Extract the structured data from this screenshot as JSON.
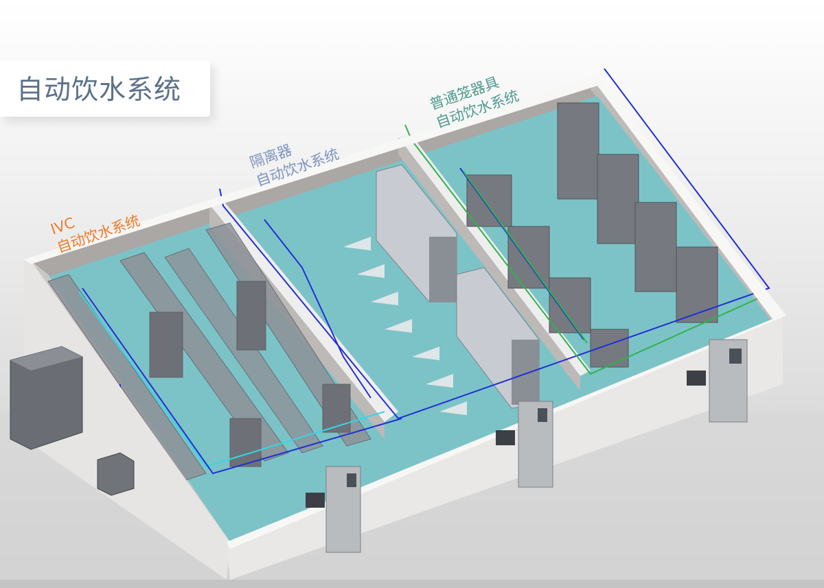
{
  "title": "自动饮水系统",
  "zones": {
    "ivc": {
      "line1": "IVC",
      "line2": "自动饮水系统"
    },
    "isolator": {
      "line1": "隔离器",
      "line2": "自动饮水系统"
    },
    "cage": {
      "line1": "普通笼器具",
      "line2": "自动饮水系统"
    }
  },
  "colors": {
    "ivc_label": "#f07a28",
    "isolator_label": "#7d93bd",
    "cage_label": "#4e9a8e",
    "floor": "#7cc3c7",
    "pipe_blue": "#1f2fd6",
    "pipe_green": "#2fb34a",
    "pipe_cyan": "#35d6e6"
  }
}
